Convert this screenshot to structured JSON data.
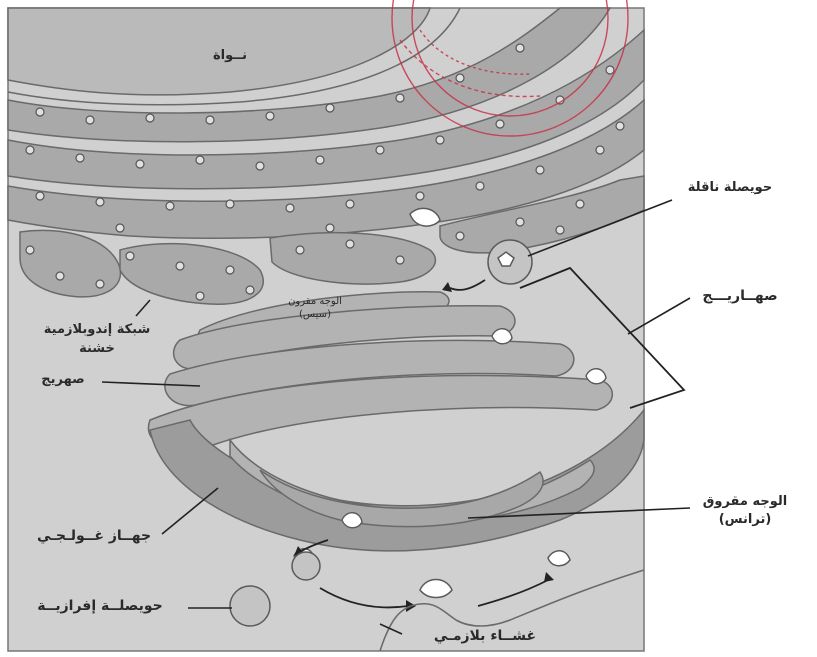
{
  "labels": {
    "nucleus": "نــواة",
    "transport_vesicle": "حويصلة ناقلة",
    "cisternae": "صهــاريـــج",
    "cis_face_line1": "الوجه مقرون",
    "cis_face_line2": "(سيس)",
    "rough_er_line1": "شبكة إندوبلازمية",
    "rough_er_line2": "خشنة",
    "cisterna": "صهريج",
    "golgi": "جهــاز غــولـجـي",
    "trans_face_line1": "الوجه مقروق",
    "trans_face_line2": "(ترانس)",
    "secretory_vesicle": "حويصلــة إفرازيــة",
    "plasma_membrane": "غشــاء بلازمـي"
  },
  "colors": {
    "background": "#d0d0d0",
    "nucleus": "#bababa",
    "er": "#a9a9a9",
    "golgi": "#b3b3b3",
    "golgi_shade": "#9c9c9c",
    "stroke": "#6a6a6a",
    "stamp": "#c8324a",
    "text": "#2a2a2a"
  }
}
